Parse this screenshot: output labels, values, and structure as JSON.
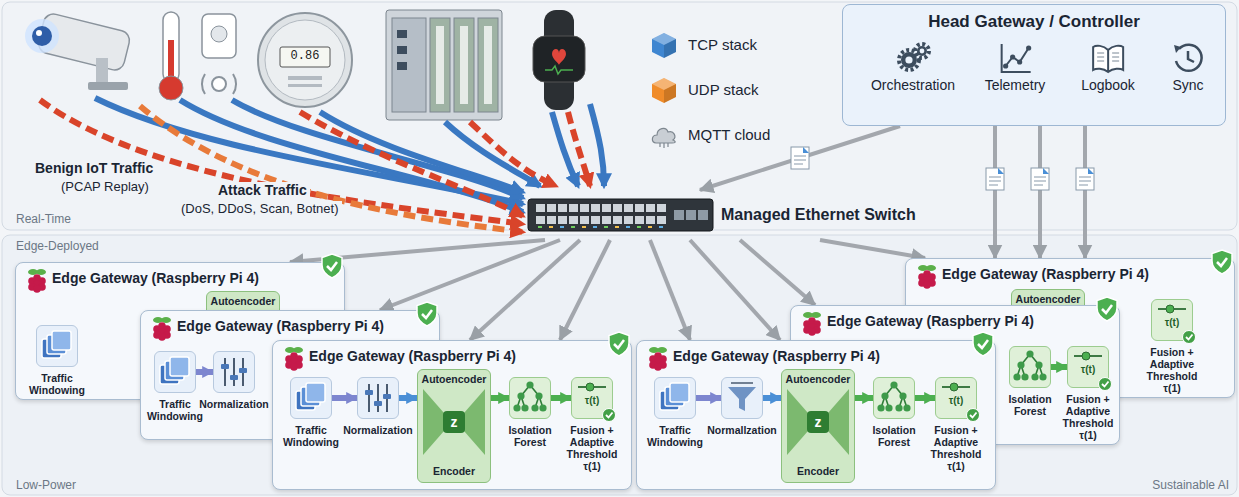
{
  "diagram": {
    "nodes": [
      {
        "text": [
          "Head Gateway / Controller"
        ]
      },
      {
        "text": [
          "Orchestration"
        ],
        "in": 0
      },
      {
        "text": [
          "Telemetry"
        ],
        "in": 0
      },
      {
        "text": [
          "Logbook"
        ],
        "in": 0
      },
      {
        "text": [
          "Sync"
        ],
        "in": 0
      },
      {
        "text": [
          "Managed Ethernet Switch"
        ]
      },
      {
        "text": [
          "Edge Gateway (Raspberry Pi 4)"
        ]
      },
      {
        "text": [
          "Autoencoder"
        ],
        "in": 6
      },
      {
        "text": [
          "Traffic Windowing"
        ],
        "in": 6
      },
      {
        "text": [
          "Edge Gateway (Raspberry Pi 4)"
        ]
      },
      {
        "text": [
          "Autoencoder"
        ],
        "in": 9
      },
      {
        "text": [
          "τ(t)",
          "Fusion + Adaptive Threshold τ(1)"
        ],
        "in": 9
      },
      {
        "text": [
          "Edge Gateway (Raspberry Pi 4)"
        ]
      },
      {
        "text": [
          "Traffic Windowing"
        ],
        "in": 12
      },
      {
        "text": [
          "Normalization"
        ],
        "in": 12
      },
      {
        "text": [
          "Edge Gateway (Raspberry Pi 4)"
        ]
      },
      {
        "text": [
          "Isolation Forest"
        ],
        "in": 15
      },
      {
        "text": [
          "τ(t)",
          "Fusion + Adaptive Threshold τ(1)"
        ],
        "in": 15
      },
      {
        "text": [
          "Edge Gateway (Raspberry Pi 4)"
        ]
      },
      {
        "text": [
          "Traffic Windowing"
        ],
        "in": 18
      },
      {
        "text": [
          "Normalization"
        ],
        "in": 18
      },
      {
        "text": [
          "Autoencoder",
          "z",
          "Encoder"
        ],
        "in": 18
      },
      {
        "text": [
          "Isolation Forest"
        ],
        "in": 18
      },
      {
        "text": [
          "τ(t)",
          "Fusion + Adaptive Threshold τ(1)"
        ],
        "in": 18
      },
      {
        "text": [
          "Edge Gateway (Raspberry Pi 4)"
        ]
      },
      {
        "text": [
          "Traffic Windowing"
        ],
        "in": 24
      },
      {
        "text": [
          "Normallzation"
        ],
        "in": 24
      },
      {
        "text": [
          "Autoencoder",
          "z",
          "Encoder"
        ],
        "in": 24
      },
      {
        "text": [
          "Isolation Forest"
        ],
        "in": 24
      },
      {
        "text": [
          "τ(t)",
          "Fusion + Adaptive Threshold τ(1)"
        ],
        "in": 24
      }
    ],
    "edges": [
      {
        "from": 0,
        "to": 5,
        "arrow": "to"
      },
      {
        "from": 0,
        "to": 9,
        "arrow": "to"
      },
      {
        "from": 0,
        "to": 9,
        "arrow": "to"
      },
      {
        "from": 0,
        "to": 9,
        "arrow": "to"
      },
      {
        "from": 5,
        "to": 6,
        "arrow": "to"
      },
      {
        "from": 5,
        "to": 12,
        "arrow": "to"
      },
      {
        "from": 5,
        "to": 18,
        "arrow": "to"
      },
      {
        "from": 5,
        "to": 18,
        "arrow": "to"
      },
      {
        "from": 5,
        "to": 24,
        "arrow": "to"
      },
      {
        "from": 5,
        "to": 24,
        "arrow": "to"
      },
      {
        "from": 5,
        "to": 15,
        "arrow": "to"
      },
      {
        "from": 5,
        "to": 9,
        "arrow": "to"
      },
      {
        "from": 13,
        "to": 14,
        "arrow": "to"
      },
      {
        "from": 16,
        "to": 17,
        "arrow": "to"
      },
      {
        "from": 19,
        "to": 20,
        "arrow": "to"
      },
      {
        "from": 20,
        "to": 21,
        "arrow": "to"
      },
      {
        "from": 21,
        "to": 22,
        "arrow": "to"
      },
      {
        "from": 22,
        "to": 23,
        "arrow": "to"
      },
      {
        "from": 25,
        "to": 26,
        "arrow": "to"
      },
      {
        "from": 26,
        "to": 27,
        "arrow": "to"
      },
      {
        "from": 27,
        "to": 28,
        "arrow": "to"
      },
      {
        "from": 28,
        "to": 29,
        "arrow": "to"
      }
    ],
    "labels": [
      "Benign IoT Traffic",
      "(PCAP Replay)",
      "Attack Traffic",
      "(DoS, DDoS, Scan, Botnet)",
      "0.86",
      "Real-Time",
      "Edge-Deployed",
      "Low-Power",
      "Sustainable AI"
    ],
    "legend": [
      {
        "text": "TCP stack",
        "color": "#3f86d1"
      },
      {
        "text": "UDP stack",
        "color": "#f08c2a"
      },
      {
        "text": "MQTT cloud"
      }
    ]
  }
}
